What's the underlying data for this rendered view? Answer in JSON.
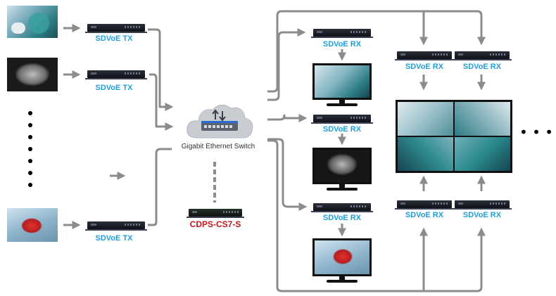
{
  "labels": {
    "tx": "SDVoE TX",
    "rx": "SDVoE RX",
    "switch": "Gigabit Ethernet Switch",
    "controller": "CDPS-CS7-S",
    "ellipsis": "• • •"
  },
  "colors": {
    "label_blue": "#1e9fdc",
    "controller_red": "#c0181d",
    "arrow_gray": "#8c8c8c",
    "switch_cloud": "#c9ccd1"
  },
  "icons": {
    "source": "camera-feed-icon",
    "transmitter": "sdvoe-device-icon",
    "switch": "network-switch-cloud-icon",
    "display": "monitor-icon",
    "videowall": "video-wall-icon"
  }
}
